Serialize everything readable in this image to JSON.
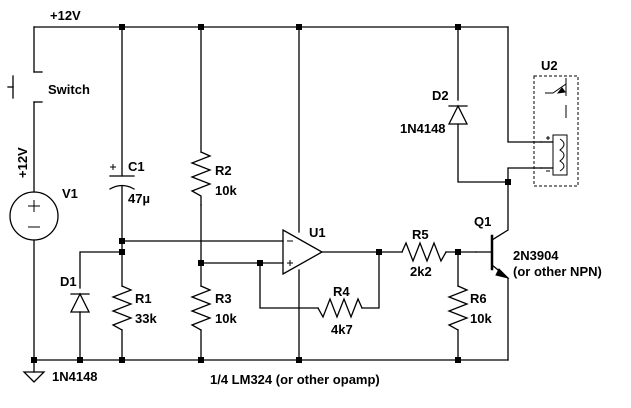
{
  "labels": {
    "supply": "+12V",
    "switch": "Switch",
    "v1_value": "+12V",
    "v1": "V1",
    "c1": "C1",
    "c1_value": "47µ",
    "r2": "R2",
    "r2_value": "10k",
    "d2": "D2",
    "d2_part": "1N4148",
    "u2": "U2",
    "u1": "U1",
    "r5": "R5",
    "r5_value": "2k2",
    "q1": "Q1",
    "q1_part": "2N3904",
    "q1_note": "(or other NPN)",
    "d1": "D1",
    "r1": "R1",
    "r1_value": "33k",
    "r3": "R3",
    "r3_value": "10k",
    "r4": "R4",
    "r4_value": "4k7",
    "r6": "R6",
    "r6_value": "10k",
    "d1_part": "1N4148",
    "opamp_note": "1/4  LM324  (or other opamp)"
  },
  "symbols": {
    "plus": "+",
    "minus": "−"
  }
}
